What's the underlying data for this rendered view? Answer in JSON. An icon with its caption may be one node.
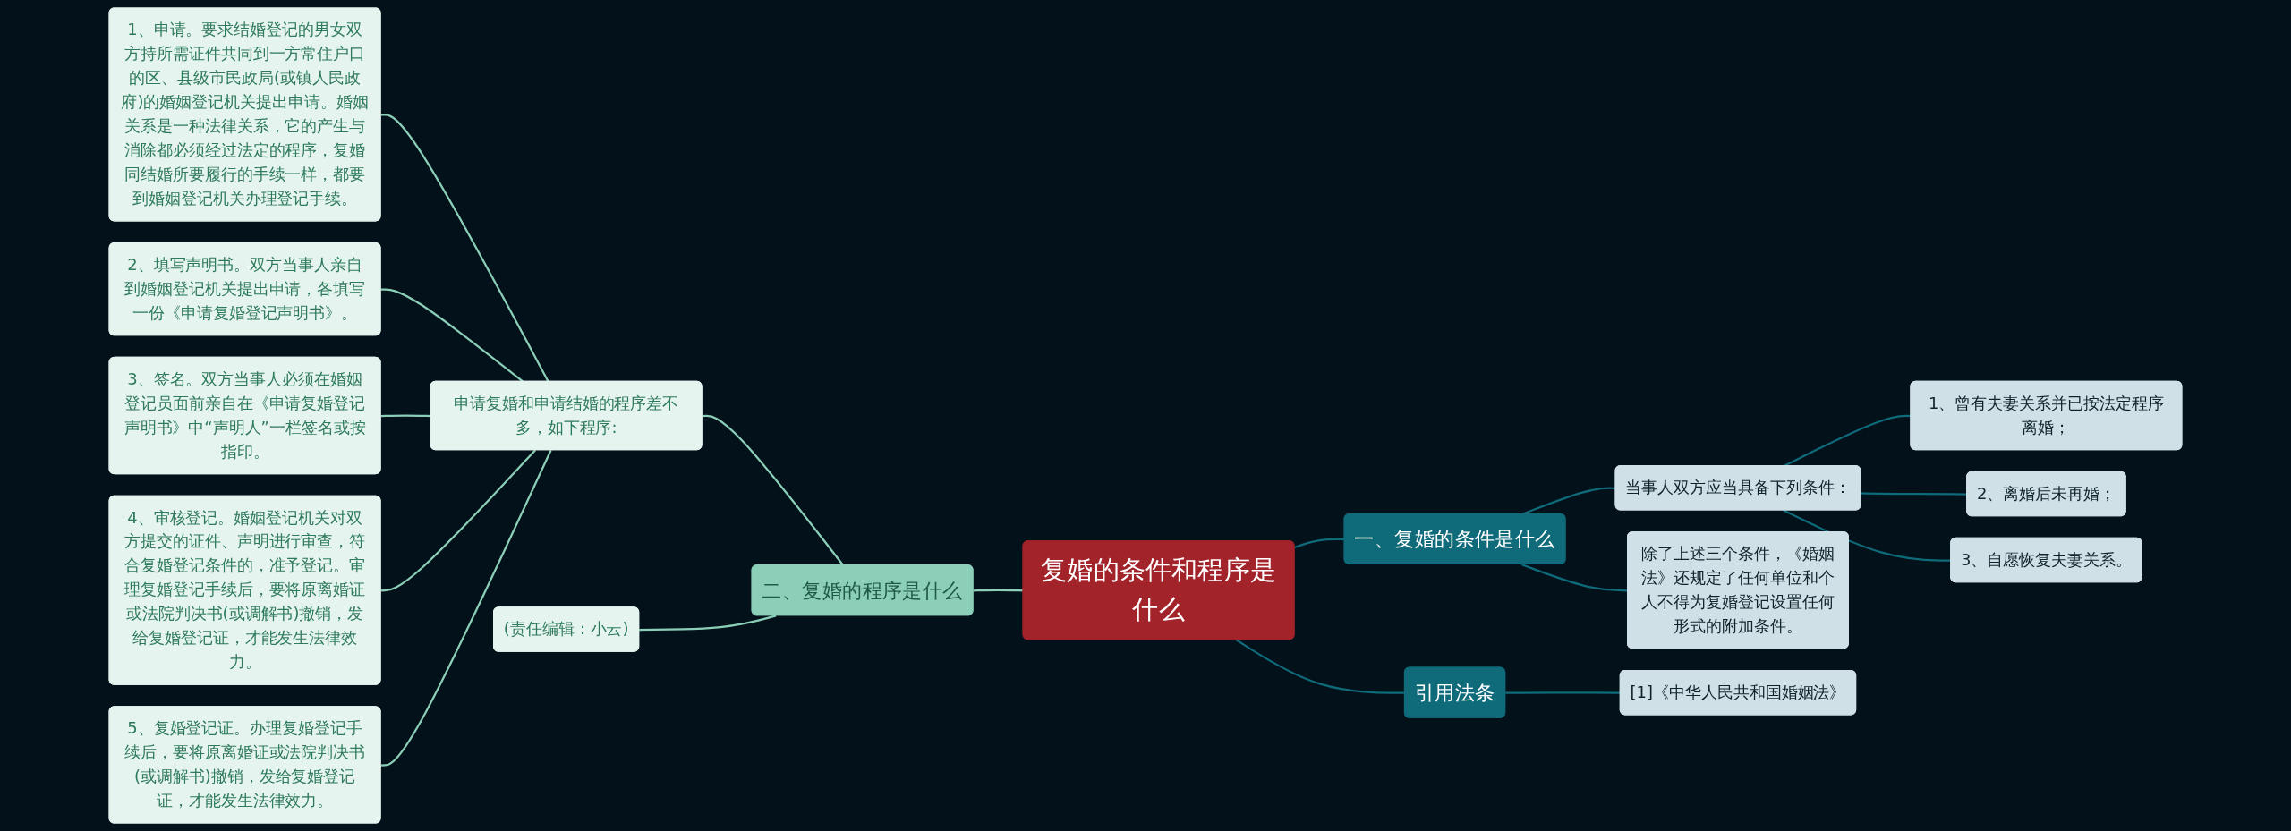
{
  "diagram": {
    "nodes": [
      {
        "text": [
          "复婚的条件和程序是什么"
        ]
      },
      {
        "text": [
          "一、复婚的条件是什么"
        ]
      },
      {
        "text": [
          "当事人双方应当具备下列条件："
        ]
      },
      {
        "text": [
          "1、曾有夫妻关系并已按法定程序离婚；"
        ]
      },
      {
        "text": [
          "2、离婚后未再婚；"
        ]
      },
      {
        "text": [
          "3、自愿恢复夫妻关系。"
        ]
      },
      {
        "text": [
          "除了上述三个条件，《婚姻法》还规定了任何单位和个人不得为复婚登记设置任何形式的附加条件。"
        ]
      },
      {
        "text": [
          "引用法条"
        ]
      },
      {
        "text": [
          "[1]《中华人民共和国婚姻法》"
        ]
      },
      {
        "text": [
          "二、复婚的程序是什么"
        ]
      },
      {
        "text": [
          "申请复婚和申请结婚的程序差不多，如下程序:"
        ]
      },
      {
        "text": [
          "1、申请。要求结婚登记的男女双方持所需证件共同到一方常住户口的区、县级市民政局(或镇人民政府)的婚姻登记机关提出申请。婚姻关系是一种法律关系，它的产生与消除都必须经过法定的程序，复婚同结婚所要履行的手续一样，都要到婚姻登记机关办理登记手续。"
        ]
      },
      {
        "text": [
          "2、填写声明书。双方当事人亲自到婚姻登记机关提出申请，各填写一份《申请复婚登记声明书》。"
        ]
      },
      {
        "text": [
          "3、签名。双方当事人必须在婚姻登记员面前亲自在《申请复婚登记声明书》中“声明人”一栏签名或按指印。"
        ]
      },
      {
        "text": [
          "4、审核登记。婚姻登记机关对双方提交的证件、声明进行审查，符合复婚登记条件的，准予登记。审理复婚登记手续后，要将原离婚证或法院判决书(或调解书)撤销，发给复婚登记证，才能发生法律效力。"
        ]
      },
      {
        "text": [
          "5、复婚登记证。办理复婚登记手续后，要将原离婚证或法院判决书(或调解书)撤销，发给复婚登记证，才能发生法律效力。"
        ]
      },
      {
        "text": [
          "(责任编辑：小云)"
        ]
      }
    ],
    "edges": [
      {
        "from": 0,
        "to": 1,
        "arrow": "none"
      },
      {
        "from": 1,
        "to": 2,
        "arrow": "none"
      },
      {
        "from": 2,
        "to": 3,
        "arrow": "none"
      },
      {
        "from": 2,
        "to": 4,
        "arrow": "none"
      },
      {
        "from": 2,
        "to": 5,
        "arrow": "none"
      },
      {
        "from": 1,
        "to": 6,
        "arrow": "none"
      },
      {
        "from": 0,
        "to": 7,
        "arrow": "none"
      },
      {
        "from": 7,
        "to": 8,
        "arrow": "none"
      },
      {
        "from": 0,
        "to": 9,
        "arrow": "none",
        "color": "#8ccfb8"
      },
      {
        "from": 9,
        "to": 10,
        "arrow": "none",
        "color": "#8ccfb8"
      },
      {
        "from": 10,
        "to": 11,
        "arrow": "none",
        "color": "#8ccfb8"
      },
      {
        "from": 10,
        "to": 12,
        "arrow": "none",
        "color": "#8ccfb8"
      },
      {
        "from": 10,
        "to": 13,
        "arrow": "none",
        "color": "#8ccfb8"
      },
      {
        "from": 10,
        "to": 14,
        "arrow": "none",
        "color": "#8ccfb8"
      },
      {
        "from": 10,
        "to": 15,
        "arrow": "none",
        "color": "#8ccfb8"
      },
      {
        "from": 9,
        "to": 16,
        "arrow": "none",
        "color": "#8ccfb8"
      }
    ]
  }
}
